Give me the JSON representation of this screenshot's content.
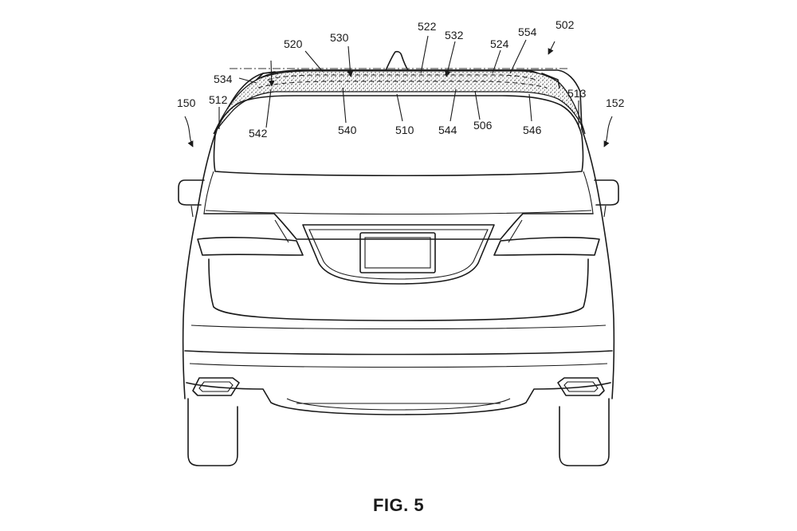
{
  "caption": "FIG. 5",
  "refs": {
    "r502": "502",
    "r554": "554",
    "r522": "522",
    "r532": "532",
    "r524": "524",
    "r530": "530",
    "r520": "520",
    "r534": "534",
    "r512": "512",
    "r150": "150",
    "r542": "542",
    "r540": "540",
    "r510": "510",
    "r544": "544",
    "r506": "506",
    "r546": "546",
    "r513": "513",
    "r152": "152"
  }
}
